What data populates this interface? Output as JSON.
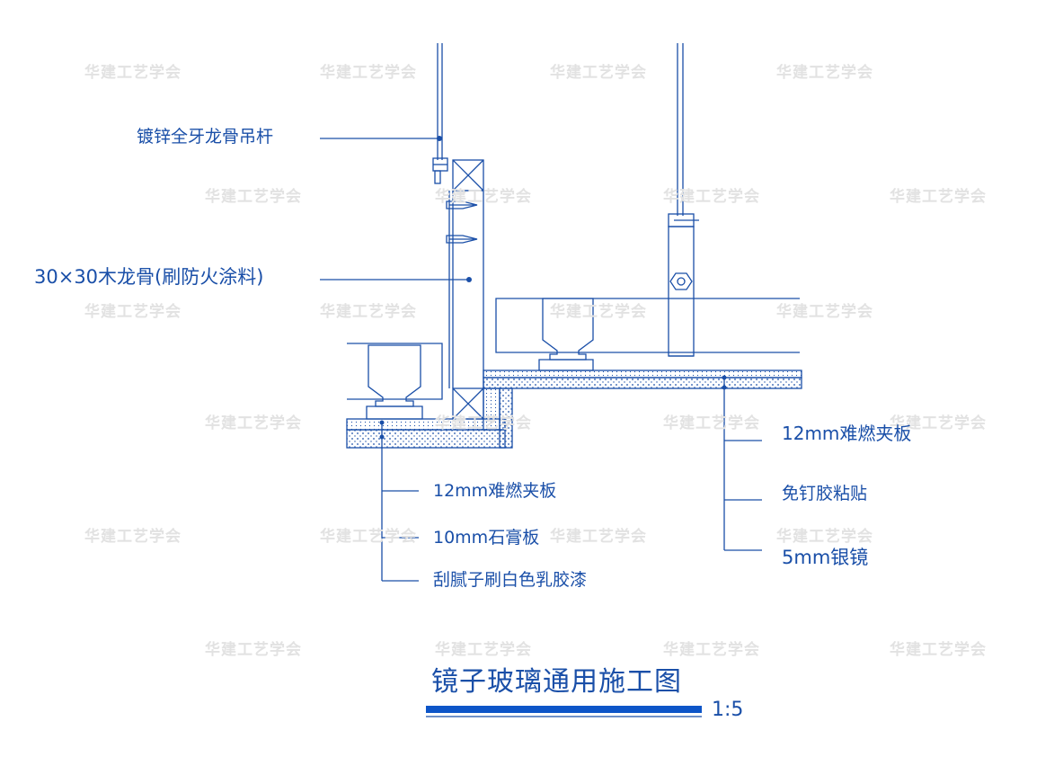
{
  "watermark": "华建工艺学会",
  "labels": {
    "hanger_rod": "镀锌全牙龙骨吊杆",
    "wood_keel": "30×30木龙骨(刷防火涂料)",
    "left_board": "12mm难燃夹板",
    "gypsum": "10mm石膏板",
    "paint": "刮腻子刷白色乳胶漆",
    "right_board": "12mm难燃夹板",
    "glue": "免钉胶粘贴",
    "mirror": "5mm银镜"
  },
  "title": "镜子玻璃通用施工图",
  "scale": "1:5",
  "colors": {
    "line": "#1a4fa8",
    "accent": "#0d55c8",
    "watermark": "#e2e2e2"
  }
}
